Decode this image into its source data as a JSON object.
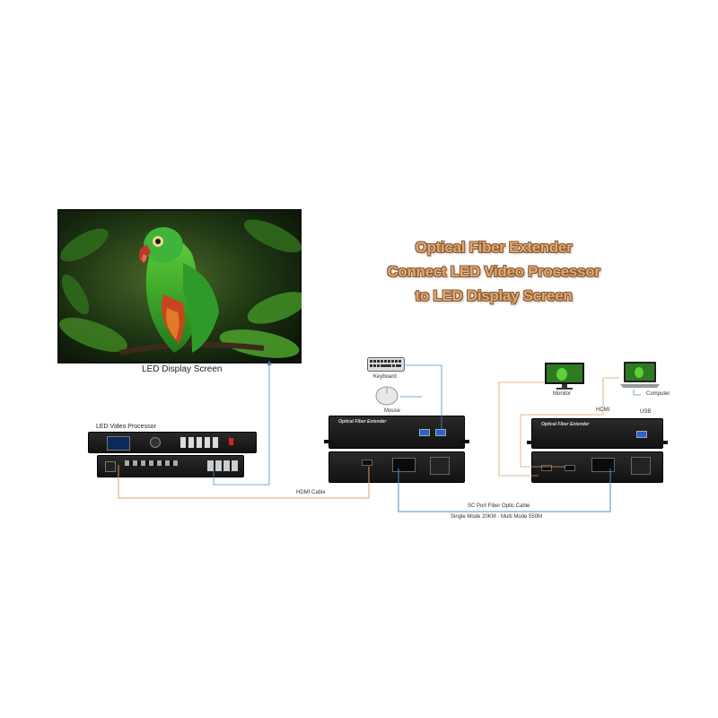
{
  "headline": {
    "line1": "Optical Fiber Extender",
    "line2": "Connect LED Video Processor",
    "line3": "to LED Display Screen"
  },
  "labels": {
    "led_display_screen": "LED Display Screen",
    "led_video_processor": "LED Video Processor",
    "keyboard": "Keyboard",
    "mouse": "Mouse",
    "monitor": "Monitor",
    "computer": "Computer",
    "hdmi": "HDMI",
    "usb": "USB",
    "hdmi_cable": "HDMI Cable",
    "fiber_cable": "SC Port Fiber Optic Cable",
    "fiber_distance": "Single Mode 20KM · Multi Mode 550M"
  },
  "devices": {
    "extender_name": "Optical Fiber Extender"
  },
  "colors": {
    "headline_fill": "#e0a875",
    "headline_outline": "#8a5a2e",
    "hdmi_line": "#e0a060",
    "fiber_line": "#4a90c8",
    "usb_port": "#2a63c9"
  }
}
